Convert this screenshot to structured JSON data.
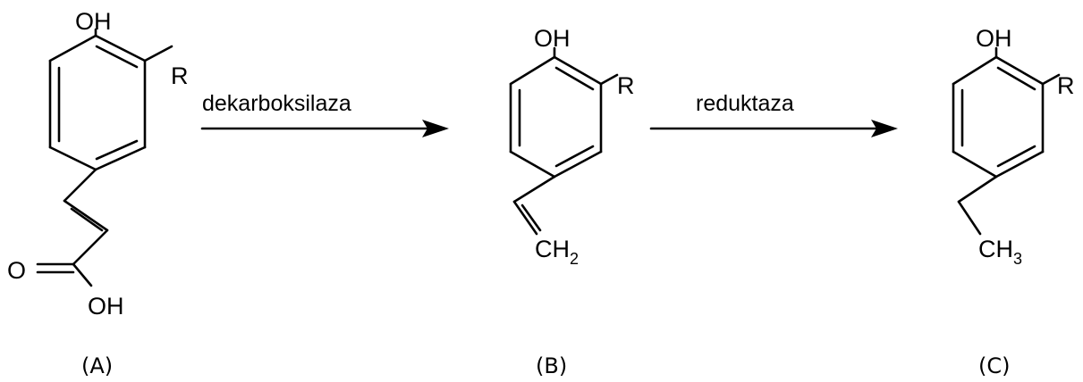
{
  "compounds": [
    {
      "caption": "(A)",
      "substituent_r": "R",
      "hydroxyl_top": "OH",
      "carbonyl_o": "O",
      "acid_oh": "OH"
    },
    {
      "caption": "(B)",
      "substituent_r": "R",
      "hydroxyl_top": "OH",
      "terminal_main": "CH",
      "terminal_sub": "2"
    },
    {
      "caption": "(C)",
      "substituent_r": "R",
      "hydroxyl_top": "OH",
      "terminal_main": "CH",
      "terminal_sub": "3"
    }
  ],
  "arrows": [
    {
      "enzyme": "dekarboksilaza"
    },
    {
      "enzyme": "reduktaza"
    }
  ]
}
